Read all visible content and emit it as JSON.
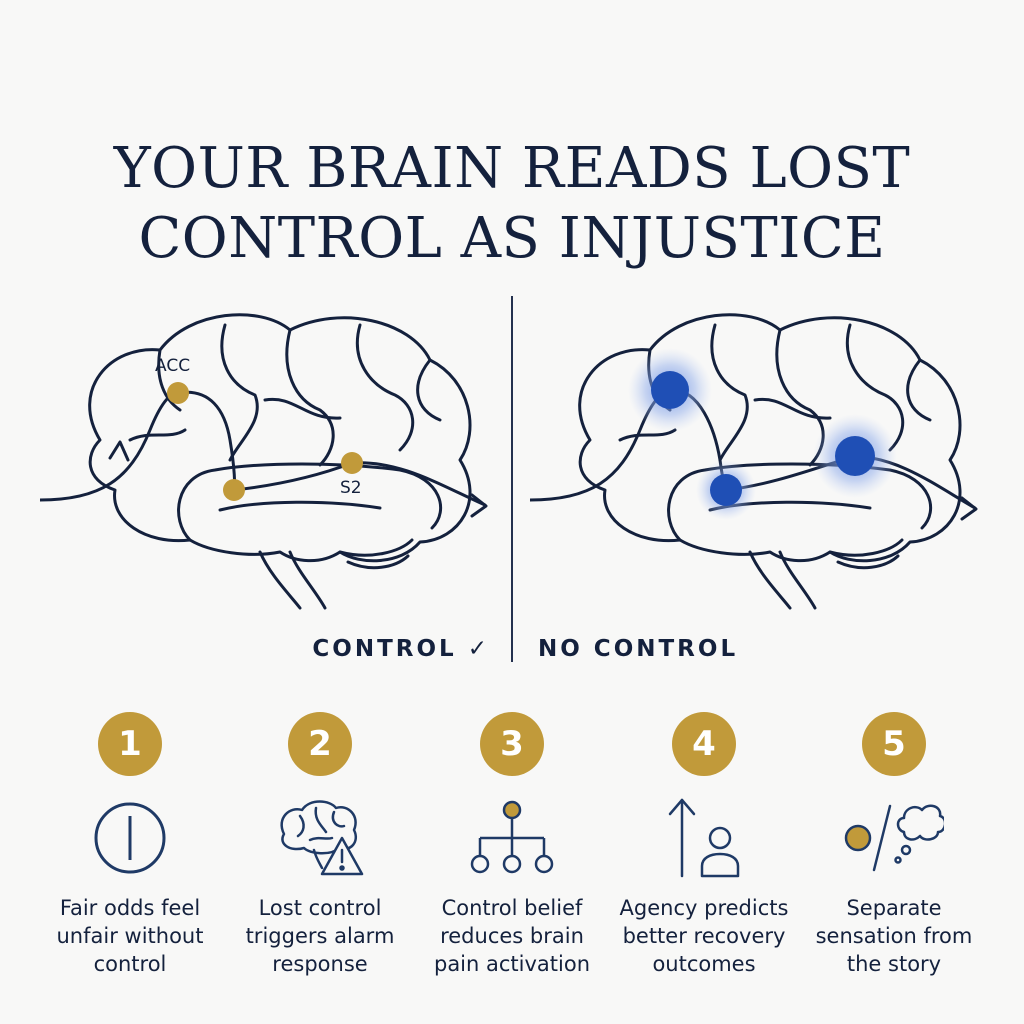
{
  "title": {
    "line1": "YOUR BRAIN READS LOST",
    "line2": "CONTROL AS INJUSTICE"
  },
  "panels": {
    "left": {
      "label": "CONTROL ✓",
      "markers": [
        "ACC",
        "S2"
      ]
    },
    "right": {
      "label": "NO CONTROL"
    }
  },
  "colors": {
    "navy": "#14213d",
    "gold": "#c19a3a",
    "blue": "#1f4fb5"
  },
  "steps": [
    {
      "number": "1",
      "icon": "circle-line-icon",
      "text": "Fair odds feel\nunfair without\ncontrol"
    },
    {
      "number": "2",
      "icon": "brain-warning-icon",
      "text": "Lost control\ntriggers alarm\nresponse"
    },
    {
      "number": "3",
      "icon": "hierarchy-icon",
      "text": "Control belief\nreduces brain\npain activation"
    },
    {
      "number": "4",
      "icon": "arrow-up-person-icon",
      "text": "Agency predicts\nbetter recovery\noutcomes"
    },
    {
      "number": "5",
      "icon": "dot-slash-thought-icon",
      "text": "Separate\nsensation from\nthe story"
    }
  ]
}
